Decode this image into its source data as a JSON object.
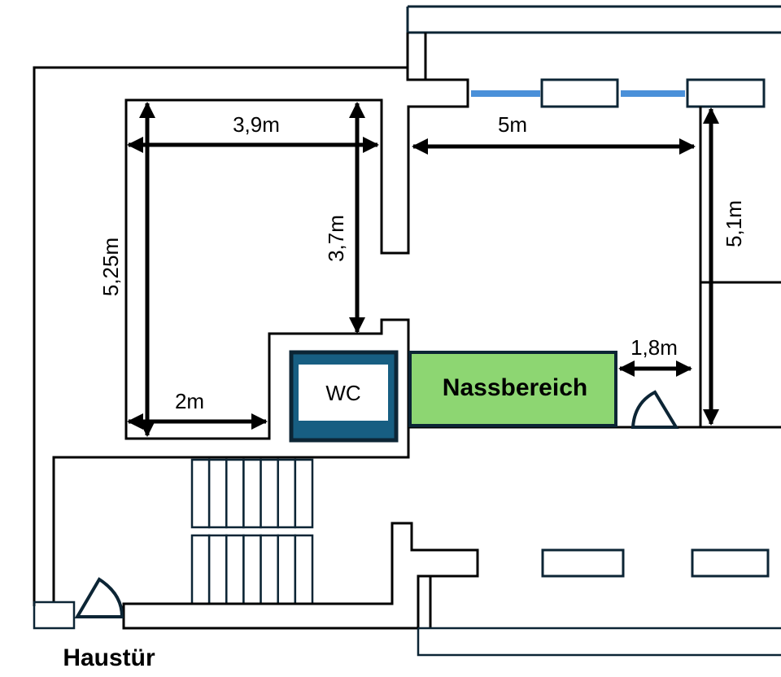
{
  "plan": {
    "colors": {
      "wall": "#000000",
      "wall_dark": "#0c2535",
      "window_glass": "#4a90d9",
      "wc_fill": "#175e82",
      "wc_border": "#0c2535",
      "wc_inner": "#ffffff",
      "wet_area_fill": "#8dd672",
      "wet_area_border": "#0c2535"
    },
    "rooms": {
      "wc_label": "WC",
      "wet_area_label": "Nassbereich",
      "front_door_label": "Haustür"
    },
    "dimensions": {
      "room_width_top": "3,9m",
      "room_height_left": "5,25m",
      "room_height_right": "3,7m",
      "room_width_bottom": "2m",
      "living_width": "5m",
      "living_height": "5,1m",
      "wet_area_gap": "1,8m"
    },
    "icons": {
      "door_swing": "door-swing-icon",
      "window": "window-icon",
      "stairs": "stairs-icon"
    },
    "stairs": {
      "upper_flight_steps": 7,
      "lower_flight_steps": 7
    }
  }
}
